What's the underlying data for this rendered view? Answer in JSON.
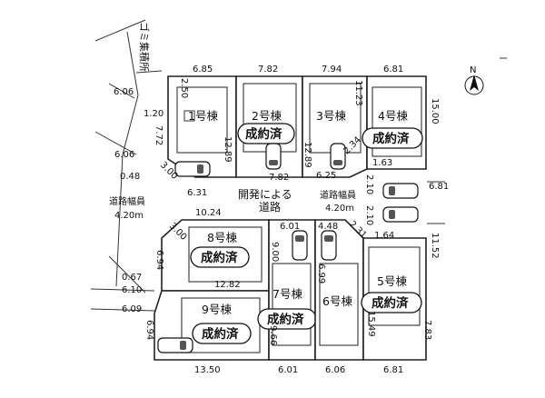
{
  "labels": {
    "gomi": "ゴミ集積所",
    "road_width_left_1": "道路幅員",
    "road_width_left_2": "4.20m",
    "road_width_right_1": "道路幅員",
    "road_width_right_2": "4.20m",
    "dev_road_1": "開発による",
    "dev_road_2": "道路",
    "north": "N"
  },
  "sold_text": "成約済",
  "lots": [
    {
      "name": "1号棟",
      "sold": false
    },
    {
      "name": "2号棟",
      "sold": true
    },
    {
      "name": "3号棟",
      "sold": false
    },
    {
      "name": "4号棟",
      "sold": true
    },
    {
      "name": "5号棟",
      "sold": true
    },
    {
      "name": "6号棟",
      "sold": false
    },
    {
      "name": "7号棟",
      "sold": true
    },
    {
      "name": "8号棟",
      "sold": true
    },
    {
      "name": "9号棟",
      "sold": true
    }
  ],
  "dimensions": {
    "top_1": "6.85",
    "top_2": "7.82",
    "top_3": "7.94",
    "top_4": "6.81",
    "left_a": "2.50",
    "left_b": "6.06",
    "left_c": "1.20",
    "left_d": "7.72",
    "left_e": "6.06",
    "left_f": "0.48",
    "left_g": "3.00",
    "mid_1": "12.89",
    "mid_2": "7.82",
    "mid_3": "12.89",
    "mid_4": "6.25",
    "mid_5": "2.34",
    "mid_6": "1.63",
    "mid_7": "11.23",
    "right_1": "15.00",
    "right_2": "2.10",
    "right_3": "6.81",
    "right_4": "2.10",
    "right_5": "11.52",
    "right_6": "7.83",
    "road_1": "6.31",
    "road_2": "10.24",
    "lower_1": "3.00",
    "lower_2": "6.01",
    "lower_3": "4.48",
    "lower_4": "2.31",
    "lower_5": "1.64",
    "lower_6": "9.00",
    "lower_7": "6.99",
    "lower_8": "12.82",
    "lower_9": "6.94",
    "lower_10": "0.67",
    "lower_11": "6.10",
    "lower_12": "6.09",
    "lower_13": "6.94",
    "lower_14": "9.66",
    "lower_15": "15.49",
    "bottom_1": "13.50",
    "bottom_2": "6.01",
    "bottom_3": "6.06",
    "bottom_4": "6.81"
  }
}
